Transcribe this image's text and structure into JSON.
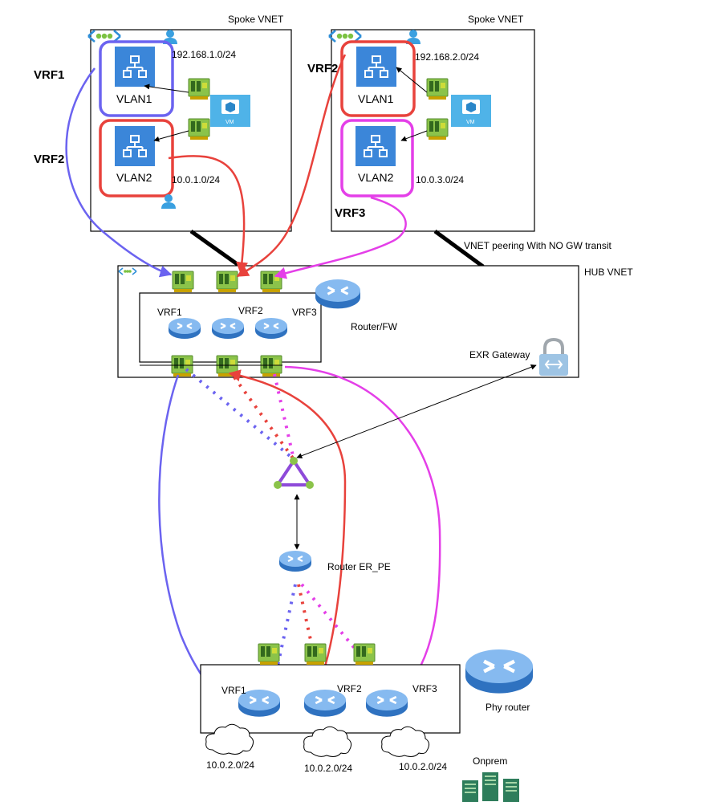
{
  "labels": {
    "spoke_left_title": "Spoke VNET",
    "spoke_right_title": "Spoke VNET",
    "hub_title": "HUB VNET",
    "peering_note": "VNET peering With NO GW transit",
    "vrf1_left": "VRF1",
    "vrf2_left": "VRF2",
    "vrf2_right": "VRF2",
    "vrf3_right": "VRF3",
    "left_vlan1": "VLAN1",
    "left_vlan2": "VLAN2",
    "right_vlan1": "VLAN1",
    "right_vlan2": "VLAN2",
    "left_subnet1": "192.168.1.0/24",
    "left_subnet2": "10.0.1.0/24",
    "right_subnet1": "192.168.2.0/24",
    "right_subnet2": "10.0.3.0/24",
    "vm_left": "VM",
    "vm_right": "VM",
    "hub_vrf1": "VRF1",
    "hub_vrf2": "VRF2",
    "hub_vrf3": "VRF3",
    "router_fw": "Router/FW",
    "exr_gateway": "EXR Gateway",
    "router_er_pe": "Router ER_PE",
    "onprem_vrf1": "VRF1",
    "onprem_vrf2": "VRF2",
    "onprem_vrf3": "VRF3",
    "phy_router": "Phy router",
    "cloud1_subnet": "10.0.2.0/24",
    "cloud2_subnet": "10.0.2.0/24",
    "cloud3_subnet": "10.0.2.0/24",
    "onprem": "Onprem"
  },
  "colors": {
    "vrf1": "#6b63f0",
    "vrf2": "#e8423c",
    "vrf3": "#e43fe8",
    "vlan_blue": "#3b86d9",
    "nic_green": "#7cb342",
    "router_blue": "#4a90d9",
    "server_green": "#2e7d5b"
  },
  "icons": [
    "vnet-icon",
    "user-icon",
    "network-icon",
    "nic-icon",
    "vm-icon",
    "router-icon",
    "gateway-lock-icon",
    "expressroute-triangle-icon",
    "cloud-icon",
    "server-icon"
  ]
}
